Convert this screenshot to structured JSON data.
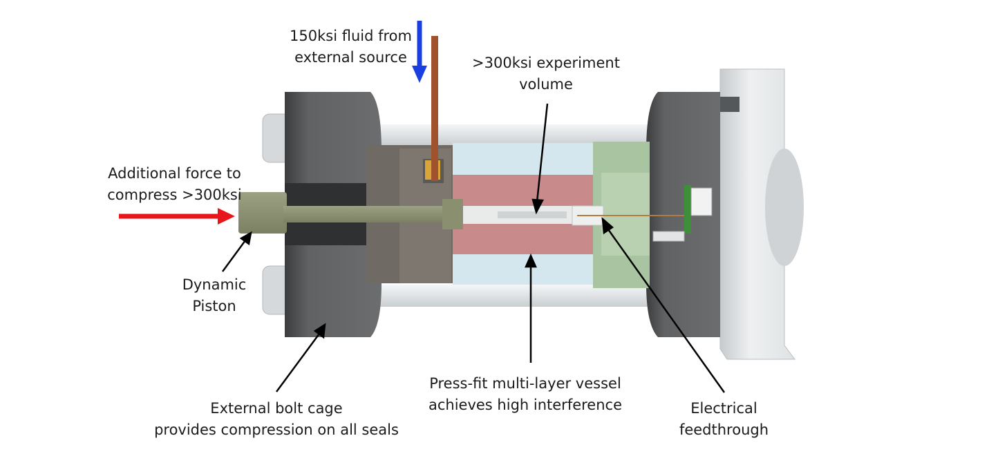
{
  "labels": {
    "fluid_source": {
      "line1": "150ksi fluid from",
      "line2": "external source"
    },
    "experiment_volume": {
      "line1": ">300ksi experiment",
      "line2": "volume"
    },
    "additional_force": {
      "line1": "Additional force to",
      "line2": "compress >300ksi"
    },
    "dynamic_piston": {
      "line1": "Dynamic",
      "line2": "Piston"
    },
    "bolt_cage": {
      "line1": "External bolt cage",
      "line2": "provides compression on all seals"
    },
    "vessel": {
      "line1": "Press-fit multi-layer vessel",
      "line2": "achieves high interference"
    },
    "feedthrough": {
      "line1": "Electrical",
      "line2": "feedthrough"
    }
  },
  "colors": {
    "fluid_arrow": "#1a3fe0",
    "force_arrow": "#e8161b",
    "leader_lines": "#000000",
    "end_block": "#5f6163",
    "cap_grey": "#d9dcde",
    "seal_block": "#6f6a64",
    "vessel_outer": "#d4e7ee",
    "vessel_inner": "#c98a8c",
    "piston": "#8c9272",
    "feedthrough_plug": "#a9c4a0",
    "inlet_tube": "#a0522d"
  }
}
